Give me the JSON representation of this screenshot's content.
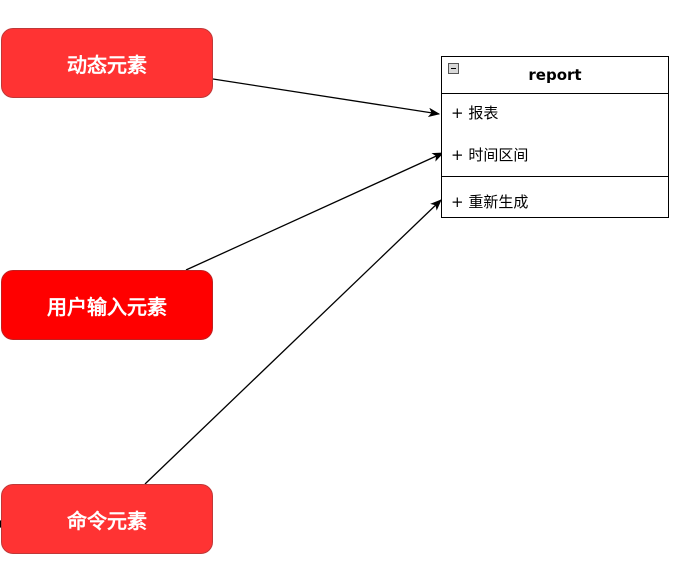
{
  "nodes": {
    "dynamic": "动态元素",
    "input": "用户输入元素",
    "command": "命令元素"
  },
  "uml_class": {
    "name": "report",
    "attributes": [
      "+ 报表",
      "+ 时间区间"
    ],
    "operations": [
      "+ 重新生成"
    ]
  },
  "colors": {
    "node_red": "#ff3333",
    "node_red_strong": "#ff0000",
    "edge": "#000000"
  }
}
